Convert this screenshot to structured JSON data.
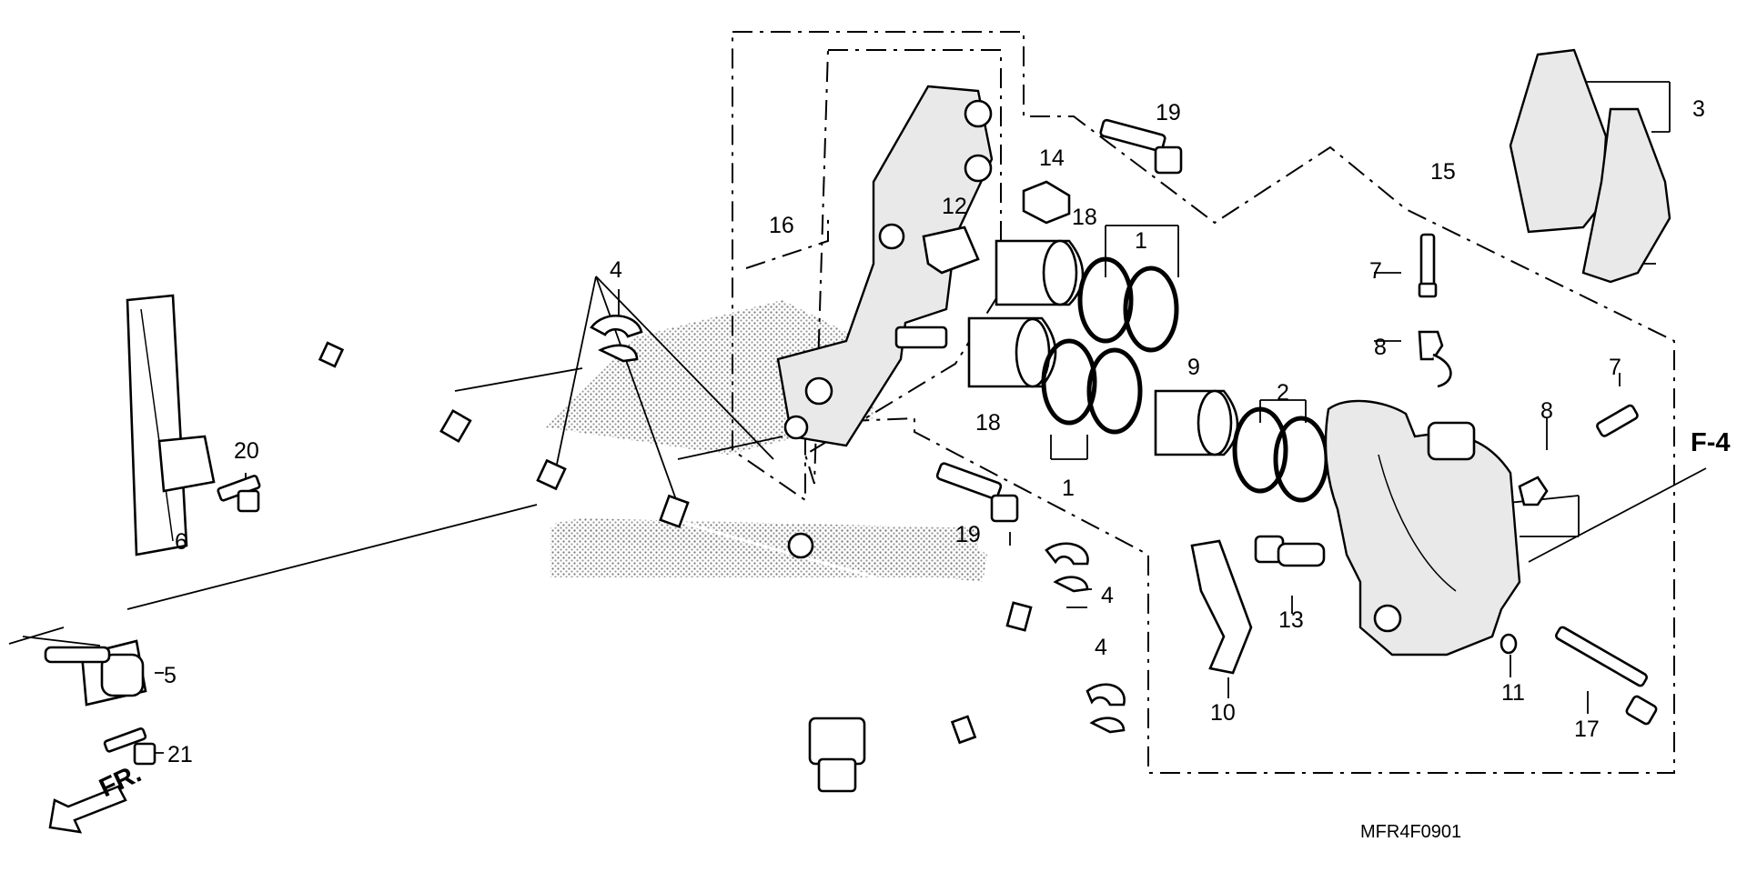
{
  "diagram": {
    "diagram_code": "MFR4F0901",
    "direction_label": "FR.",
    "ref_label": "F-4",
    "callouts": {
      "c1a": "1",
      "c1b": "1",
      "c2": "2",
      "c3": "3",
      "c4a": "4",
      "c4b": "4",
      "c4c": "4",
      "c5": "5",
      "c6": "6",
      "c7a": "7",
      "c7b": "7",
      "c8a": "8",
      "c8b": "8",
      "c9": "9",
      "c10": "10",
      "c11": "11",
      "c12": "12",
      "c13": "13",
      "c14": "14",
      "c15": "15",
      "c16": "16",
      "c17": "17",
      "c18a": "18",
      "c18b": "18",
      "c19a": "19",
      "c19b": "19",
      "c20": "20",
      "c21": "21"
    }
  }
}
